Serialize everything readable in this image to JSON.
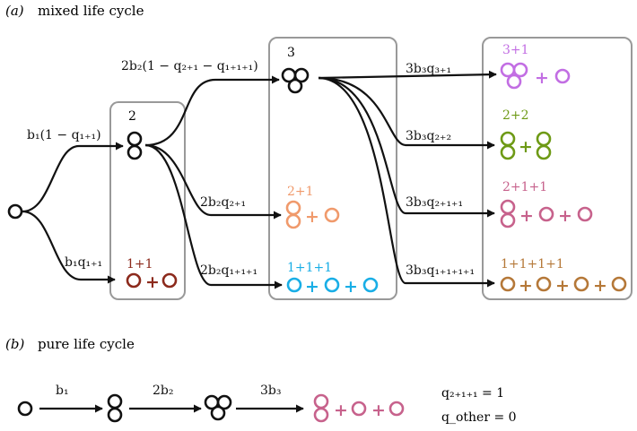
{
  "colors": {
    "black": "#111111",
    "box_stroke": "#999999",
    "purple": "#c26ee3",
    "green": "#6e9a16",
    "pink": "#c7628c",
    "orange": "#f09a6c",
    "cyan": "#19aee6",
    "darkred": "#8c2a1c",
    "brown": "#b57838"
  },
  "panel_a": {
    "label": "(a)",
    "title": "mixed life cycle",
    "group_labels": {
      "g2": "2",
      "g3": "3"
    },
    "edge_labels": {
      "b1_sub": "b₁(1 − q₁₊₁)",
      "b1_q": "b₁q₁₊₁",
      "b2_sub": "2b₂(1 − q₂₊₁ − q₁₊₁₊₁)",
      "b2_q21": "2b₂q₂₊₁",
      "b2_q111": "2b₂q₁₊₁₊₁",
      "b3_q31": "3b₃q₃₊₁",
      "b3_q22": "3b₃q₂₊₂",
      "b3_q211": "3b₃q₂₊₁₊₁",
      "b3_q1111": "3b₃q₁₊₁₊₁₊₁"
    },
    "outcomes": {
      "o11": "1+1",
      "o21": "2+1",
      "o111": "1+1+1",
      "o31": "3+1",
      "o22": "2+2",
      "o211": "2+1+1",
      "o1111": "1+1+1+1"
    },
    "plus": "+"
  },
  "panel_b": {
    "label": "(b)",
    "title": "pure life cycle",
    "edge_labels": {
      "e1": "b₁",
      "e2": "2b₂",
      "e3": "3b₃"
    },
    "equations": {
      "eq1": "q₂₊₁₊₁ = 1",
      "eq2": "q_other = 0"
    }
  }
}
